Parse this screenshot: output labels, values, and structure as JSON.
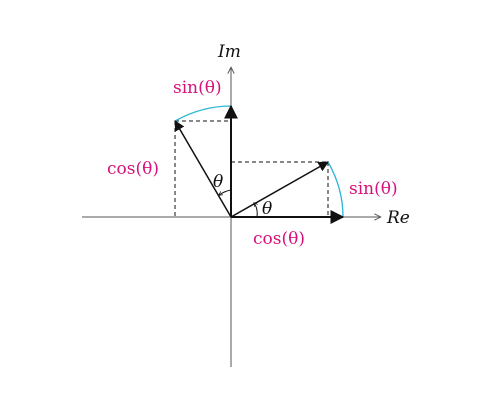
{
  "diagram": {
    "axes": {
      "x_label": "Re",
      "y_label": "Im"
    },
    "vectors": {
      "unit_vector": {
        "angle_label": "θ",
        "x_component_label": "cos(θ)",
        "arc_label": "sin(θ)"
      },
      "rotated_vector": {
        "angle_label": "θ",
        "x_component_label": "cos(θ)",
        "arc_label": "sin(θ)"
      }
    },
    "colors": {
      "axis": "#555555",
      "vector": "#111111",
      "dashed": "#111111",
      "label_accent": "#d6127a",
      "arc": "#2bb5d6"
    }
  }
}
